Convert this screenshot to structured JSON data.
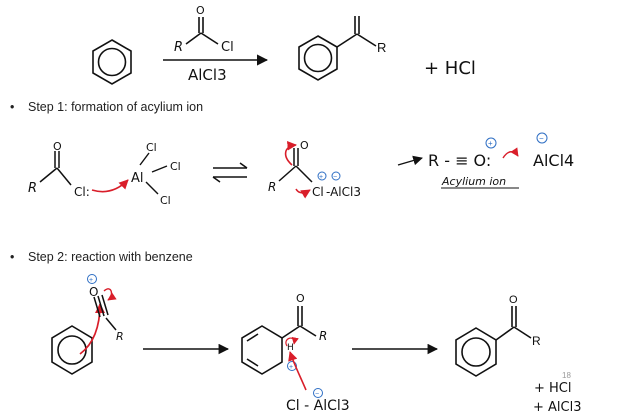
{
  "colors": {
    "ink": "#111111",
    "arrow_red": "#d91e2a",
    "charge_blue": "#2f6fc4",
    "page_num": "#9a9a9a"
  },
  "overall": {
    "reagent_top_R": "R",
    "reagent_top_O": "O",
    "reagent_top_Cl": "Cl",
    "catalyst": "AlCl3",
    "product_R": "R",
    "byproduct": "+ HCl"
  },
  "step1": {
    "title": "Step 1: formation of acylium ion",
    "acyl_R": "R",
    "acyl_O": "O",
    "acyl_Cl": "Cl:",
    "al": "Al",
    "al_cl": "Cl",
    "complex_R": "R",
    "complex_Cl": "Cl",
    "complex_Al": "-AlCl3",
    "acylium": "R - ≡ O:",
    "acylium_label": "Acylium ion",
    "alcl4": "AlCl4",
    "plus_charge": "+",
    "minus_charge": "−"
  },
  "step2": {
    "title": "Step 2: reaction with benzene",
    "acylium_O": "O",
    "acylium_R": "R",
    "inter_O": "O",
    "inter_R": "R",
    "inter_H": "H",
    "base": "Cl - AlCl3",
    "product_O": "O",
    "product_R": "R",
    "byproduct_hcl": "+ HCl",
    "byproduct_alcl3": "+ AlCl3",
    "plus_charge": "+",
    "minus_charge": "−"
  },
  "page_number": "18"
}
